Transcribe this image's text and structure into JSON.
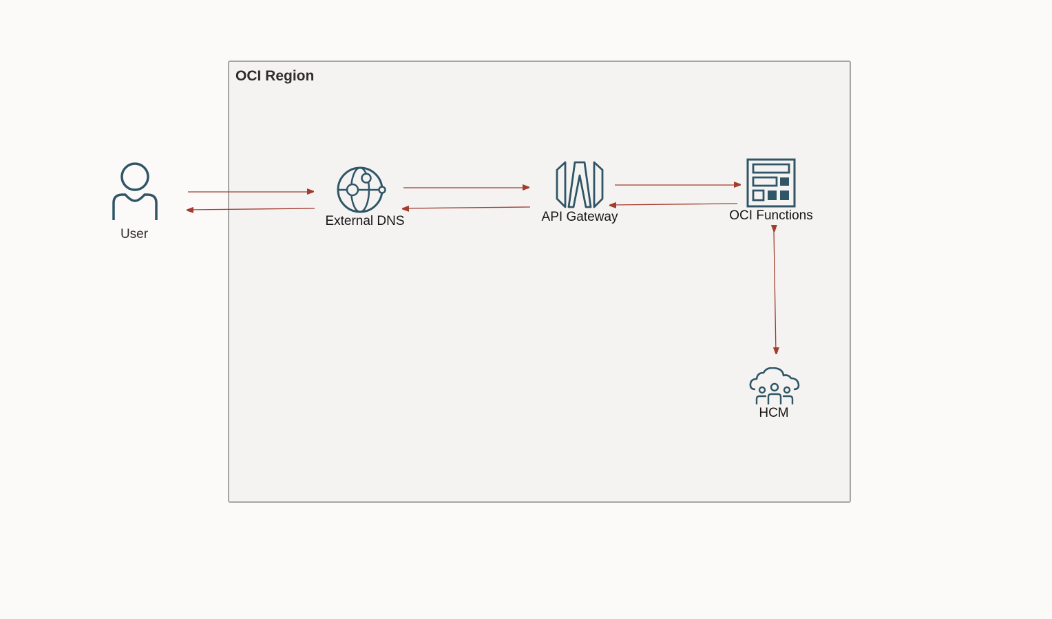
{
  "region": {
    "title": "OCI Region"
  },
  "nodes": {
    "user": {
      "label": "User",
      "icon": "user-icon"
    },
    "external_dns": {
      "label": "External DNS",
      "icon": "globe-dns-icon"
    },
    "api_gateway": {
      "label": "API Gateway",
      "icon": "api-gateway-icon"
    },
    "oci_functions": {
      "label": "OCI Functions",
      "icon": "functions-icon"
    },
    "hcm": {
      "label": "HCM",
      "icon": "cloud-people-icon"
    }
  },
  "colors": {
    "icon_stroke": "#2f5566",
    "arrow": "#a13c2e",
    "region_border": "#a7a6a4",
    "region_fill": "#f4f3f2",
    "background": "#fbfaf9"
  }
}
